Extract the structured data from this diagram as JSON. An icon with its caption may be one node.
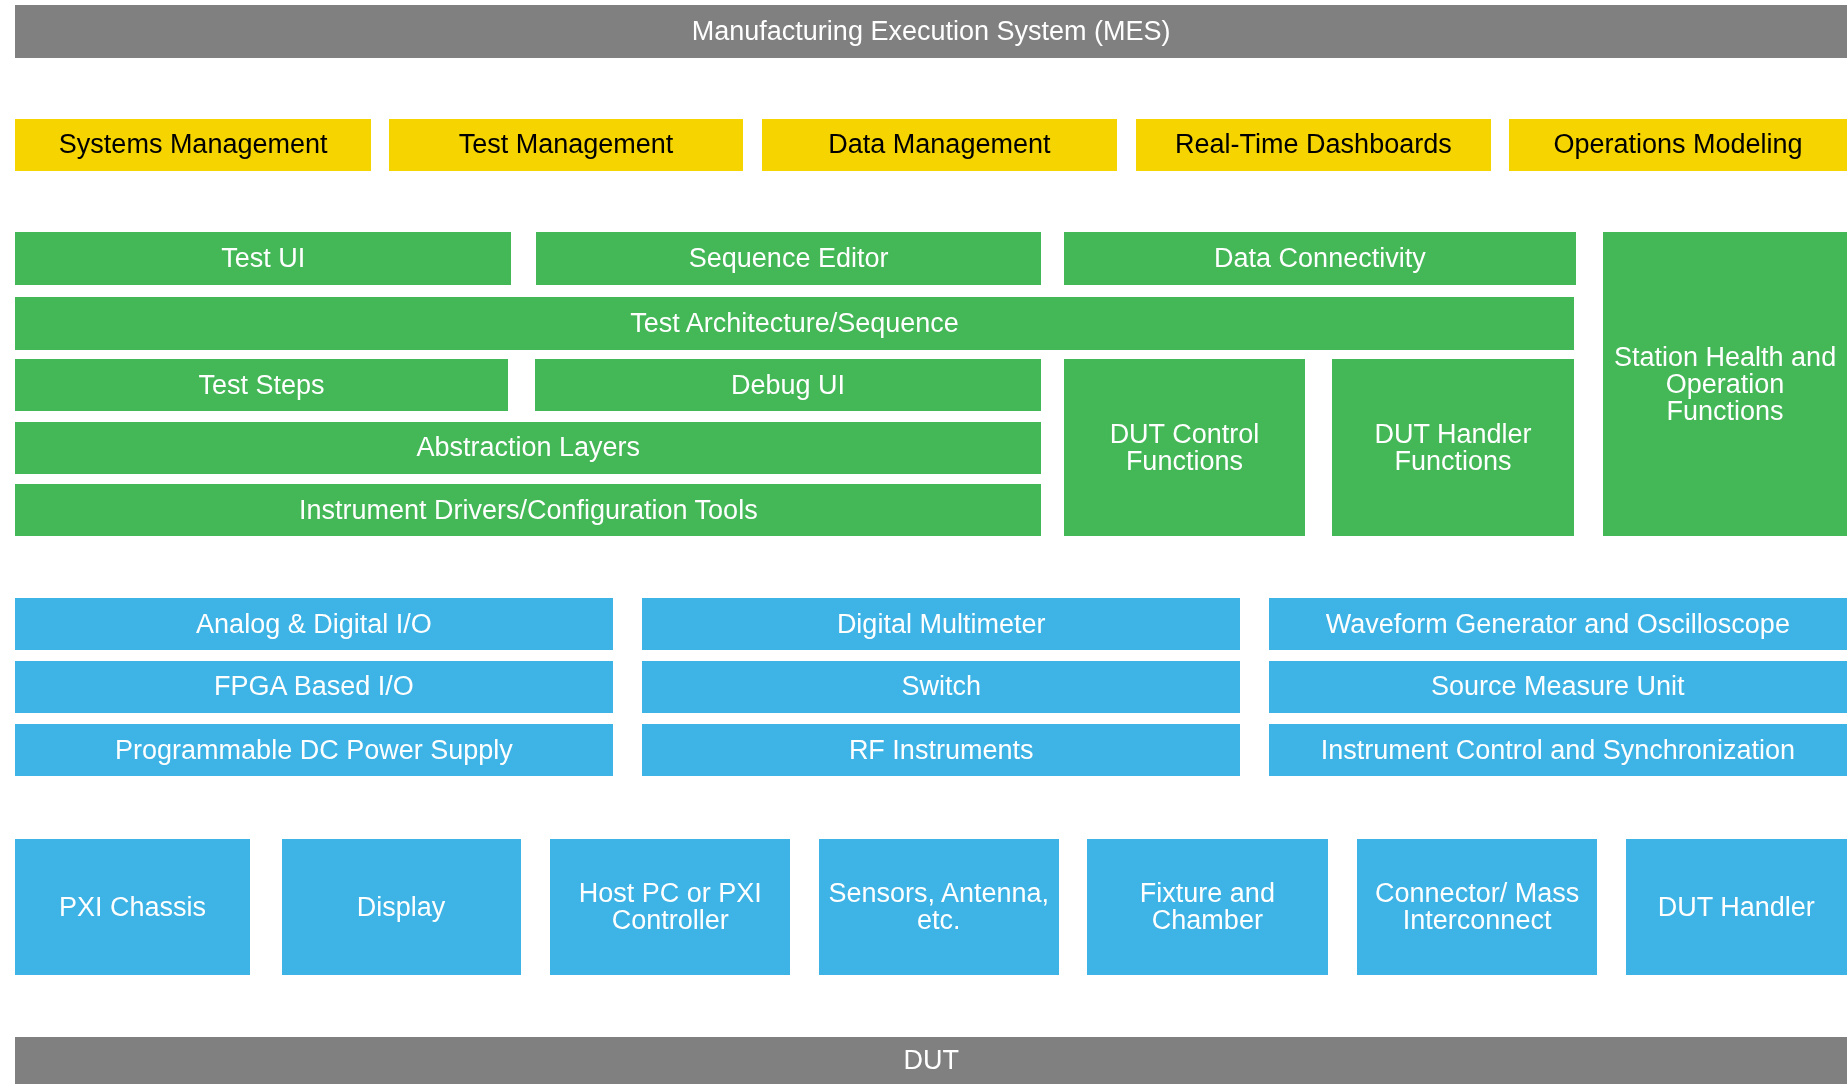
{
  "diagram": {
    "nodes": [
      {
        "text": [
          "Manufacturing Execution System (MES)"
        ]
      },
      {
        "text": [
          "Systems Management"
        ]
      },
      {
        "text": [
          "Test Management"
        ]
      },
      {
        "text": [
          "Data Management"
        ]
      },
      {
        "text": [
          "Real-Time Dashboards"
        ]
      },
      {
        "text": [
          "Operations Modeling"
        ]
      },
      {
        "text": [
          "Test UI"
        ]
      },
      {
        "text": [
          "Sequence Editor"
        ]
      },
      {
        "text": [
          "Data Connectivity"
        ]
      },
      {
        "text": [
          "Station Health and Operation Functions"
        ]
      },
      {
        "text": [
          "Test Architecture/Sequence"
        ]
      },
      {
        "text": [
          "Test Steps"
        ]
      },
      {
        "text": [
          "Debug UI"
        ]
      },
      {
        "text": [
          "DUT Control Functions"
        ]
      },
      {
        "text": [
          "DUT Handler Functions"
        ]
      },
      {
        "text": [
          "Abstraction Layers"
        ]
      },
      {
        "text": [
          "Instrument Drivers/Configuration Tools"
        ]
      },
      {
        "text": [
          "Analog & Digital I/O"
        ]
      },
      {
        "text": [
          "Digital Multimeter"
        ]
      },
      {
        "text": [
          "Waveform Generator and Oscilloscope"
        ]
      },
      {
        "text": [
          "FPGA Based I/O"
        ]
      },
      {
        "text": [
          "Switch"
        ]
      },
      {
        "text": [
          "Source Measure Unit"
        ]
      },
      {
        "text": [
          "Programmable DC Power Supply"
        ]
      },
      {
        "text": [
          "RF Instruments"
        ]
      },
      {
        "text": [
          "Instrument Control and Synchronization"
        ]
      },
      {
        "text": [
          "PXI Chassis"
        ]
      },
      {
        "text": [
          "Display"
        ]
      },
      {
        "text": [
          "Host PC or PXI Controller"
        ]
      },
      {
        "text": [
          "Sensors, Antenna, etc."
        ]
      },
      {
        "text": [
          "Fixture and Chamber"
        ]
      },
      {
        "text": [
          "Connector/ Mass Interconnect"
        ]
      },
      {
        "text": [
          "DUT Handler"
        ]
      },
      {
        "text": [
          "DUT"
        ]
      }
    ]
  }
}
